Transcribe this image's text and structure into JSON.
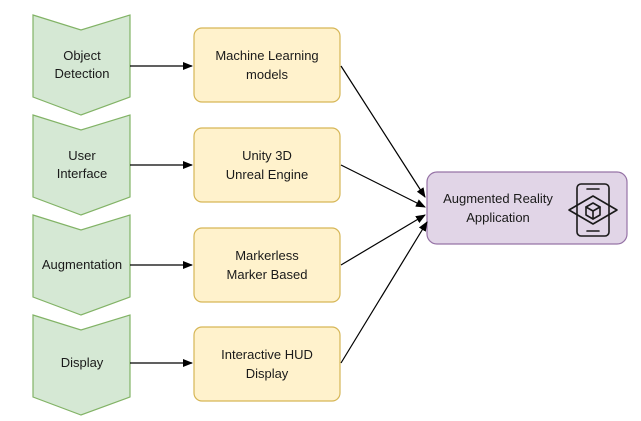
{
  "stages": [
    {
      "label": "Object\nDetection"
    },
    {
      "label": "User\nInterface"
    },
    {
      "label": "Augmentation"
    },
    {
      "label": "Display"
    }
  ],
  "technologies": [
    {
      "label": "Machine Learning\nmodels"
    },
    {
      "label": "Unity 3D\nUnreal Engine"
    },
    {
      "label": "Markerless\nMarker Based"
    },
    {
      "label": "Interactive HUD\nDisplay"
    }
  ],
  "target": {
    "label": "Augmented Reality\nApplication",
    "icon": "ar-phone-cube-icon"
  },
  "colors": {
    "stage_fill": "#d5e8d4",
    "stage_stroke": "#82b366",
    "tech_fill": "#fff2cc",
    "tech_stroke": "#d6b656",
    "target_fill": "#e1d5e7",
    "target_stroke": "#9673a6",
    "arrow": "#000000"
  }
}
